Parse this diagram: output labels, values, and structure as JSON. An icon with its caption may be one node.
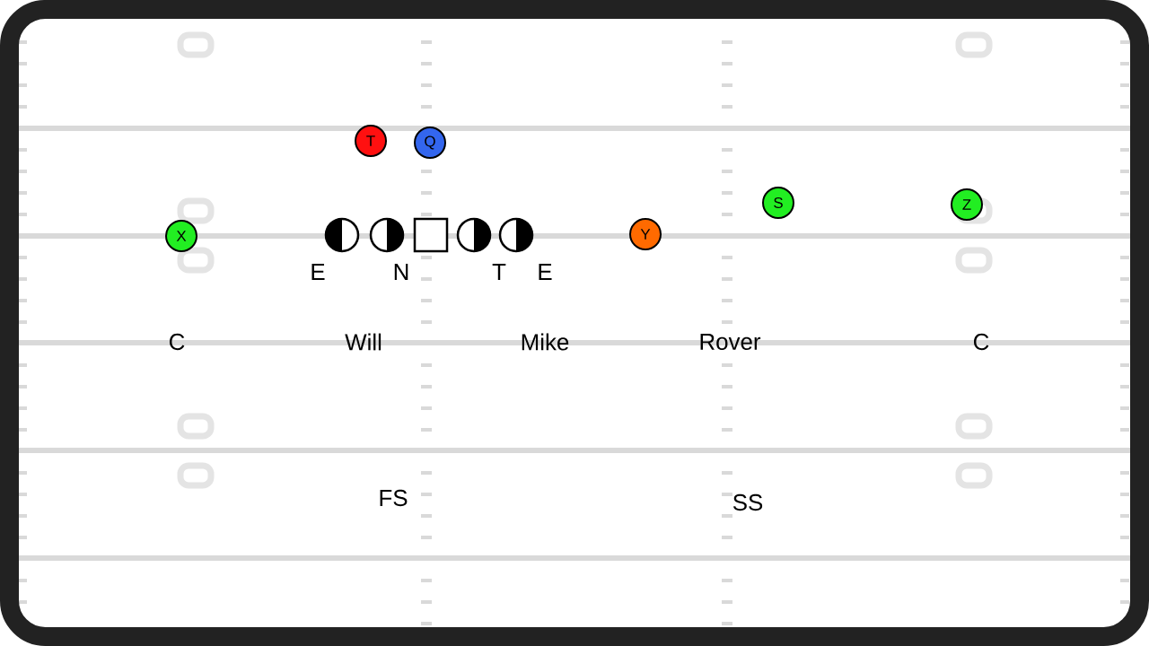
{
  "diagram": {
    "nodes": [
      {
        "text": [
          "T"
        ]
      },
      {
        "text": [
          "Q"
        ]
      },
      {
        "text": [
          "X"
        ]
      },
      {
        "text": [],
        "shape": "circle"
      },
      {
        "text": [],
        "shape": "circle"
      },
      {
        "text": [],
        "shape": "box"
      },
      {
        "text": [],
        "shape": "circle"
      },
      {
        "text": [],
        "shape": "circle"
      },
      {
        "text": [
          "Y"
        ]
      },
      {
        "text": [
          "S"
        ]
      },
      {
        "text": [
          "Z"
        ]
      }
    ],
    "labels": [
      "E",
      "N",
      "T",
      "E",
      "C",
      "Will",
      "Mike",
      "Rover",
      "C",
      "FS",
      "SS"
    ]
  }
}
